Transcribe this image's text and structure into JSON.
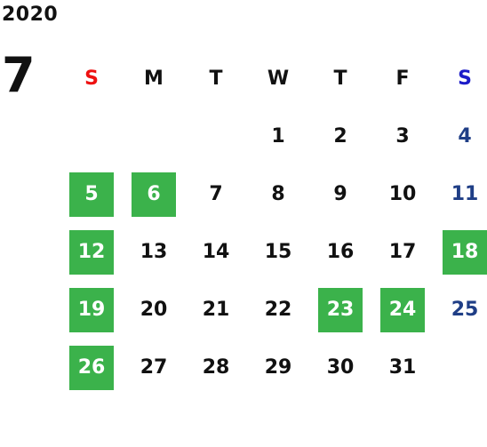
{
  "calendar": {
    "year": "2020",
    "month": "7",
    "weekdays": [
      "S",
      "M",
      "T",
      "W",
      "T",
      "F",
      "S"
    ],
    "colors": {
      "sunday_header": "#ee1111",
      "saturday_header": "#1c1cc8",
      "saturday_date": "#1f3e86",
      "highlight": "#3bb24b",
      "text": "#111111"
    },
    "weeks": [
      [
        "",
        "",
        "",
        "1",
        "2",
        "3",
        "4"
      ],
      [
        "5",
        "6",
        "7",
        "8",
        "9",
        "10",
        "11"
      ],
      [
        "12",
        "13",
        "14",
        "15",
        "16",
        "17",
        "18"
      ],
      [
        "19",
        "20",
        "21",
        "22",
        "23",
        "24",
        "25"
      ],
      [
        "26",
        "27",
        "28",
        "29",
        "30",
        "31",
        ""
      ]
    ],
    "highlighted_dates": [
      "5",
      "6",
      "12",
      "18",
      "19",
      "23",
      "24",
      "26"
    ]
  }
}
